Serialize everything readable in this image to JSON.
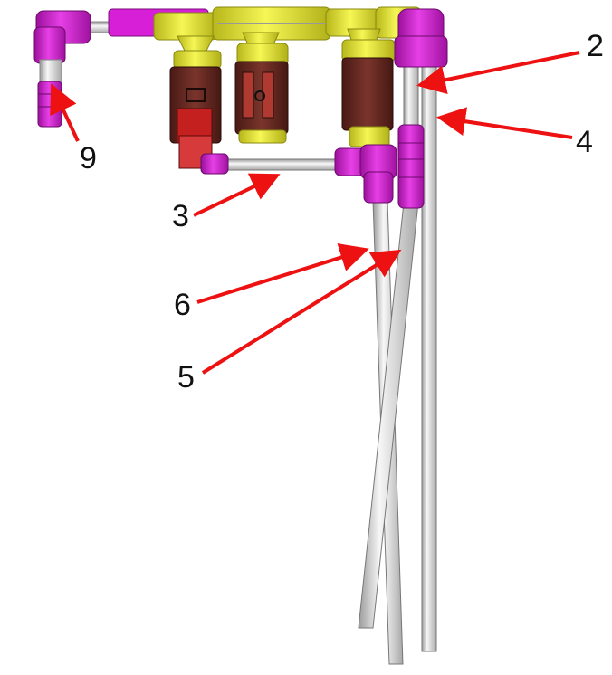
{
  "colors": {
    "fitting": "#d81fd8",
    "fitting_dark": "#8a0f8a",
    "valve_body": "#f2f23a",
    "valve_dark": "#9a9a10",
    "coil": "#6b2a24",
    "coil_dark": "#3a1410",
    "connector": "#c42020",
    "tube": "#e4e4e4",
    "tube_edge": "#777777",
    "arrow": "#ee1111"
  },
  "callouts": [
    {
      "id": "2",
      "label": "2"
    },
    {
      "id": "4",
      "label": "4"
    },
    {
      "id": "3",
      "label": "3"
    },
    {
      "id": "6",
      "label": "6"
    },
    {
      "id": "5",
      "label": "5"
    },
    {
      "id": "9",
      "label": "9"
    }
  ]
}
